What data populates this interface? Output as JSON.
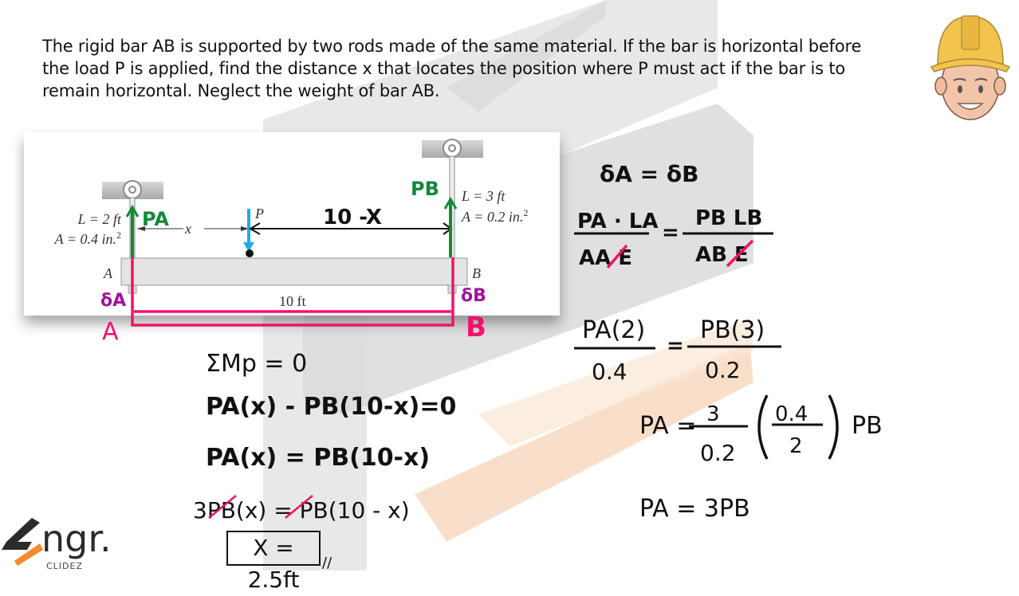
{
  "problem": {
    "line1": "The rigid bar AB is supported by two rods made of the same material. If the bar is horizontal before",
    "line2": "the load P is applied, find the distance x that locates the position where P must act if the bar is to",
    "line3": "remain horizontal. Neglect the weight of bar AB."
  },
  "figure": {
    "rod_a": {
      "length": "L = 2 ft",
      "area": "A = 0.4 in.",
      "area_exp": "2",
      "end_label": "A"
    },
    "rod_b": {
      "length": "L = 3 ft",
      "area": "A = 0.2 in.",
      "area_exp": "2",
      "end_label": "B"
    },
    "load_label": "P",
    "x_label": "x",
    "span_label": "10 ft",
    "annotations": {
      "pa": "PA",
      "pb": "PB",
      "ten_minus_x": "10 -X",
      "delta_a": "δA",
      "delta_b": "δB",
      "a_marker": "A",
      "b_marker": "B"
    }
  },
  "solution_left": {
    "eq1": "ΣMp = 0",
    "eq2": "PA(x) - PB(10-x)=0",
    "eq3": "PA(x) = PB(10-x)",
    "eq4_a": "3P",
    "eq4_b": "(x)  = ",
    "eq4_c": "(10 - x)",
    "answer": "X = 2.5ft",
    "answer_mark": "//"
  },
  "solution_right": {
    "eq1": "δA = δB",
    "eq2_num_left": "PA · LA",
    "eq2_den_left": "AA E",
    "eq2_num_right": "PB LB",
    "eq2_den_right": "AB E",
    "eq3_num_left": "PA(2)",
    "eq3_den_left": "0.4",
    "eq3_num_right": "PB(3)",
    "eq3_den_right": "0.2",
    "eq4_lhs": "PA =",
    "eq4_frac_num": "3",
    "eq4_frac_den": "0.2",
    "eq4_paren_num": "0.4",
    "eq4_paren_den": "2",
    "eq4_tail": "PB",
    "eq5": "PA = 3PB",
    "equals": "="
  },
  "branding": {
    "logo_text": "ngr.",
    "logo_sub": "CLIDEZ"
  },
  "colors": {
    "green": "#13883a",
    "pink": "#f0126a",
    "purple": "#a0149a",
    "blue": "#21a9e6",
    "orange": "#f28a2e"
  }
}
